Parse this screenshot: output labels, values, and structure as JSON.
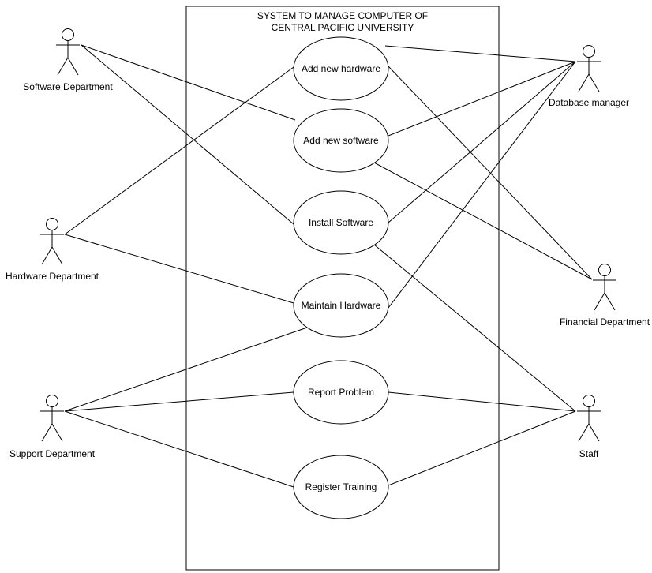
{
  "system": {
    "title_line1": "SYSTEM TO MANAGE COMPUTER OF",
    "title_line2": "CENTRAL PACIFIC UNIVERSITY"
  },
  "use_cases": [
    {
      "id": "uc1",
      "label": "Add new hardware"
    },
    {
      "id": "uc2",
      "label": "Add new software"
    },
    {
      "id": "uc3",
      "label": "Install Software"
    },
    {
      "id": "uc4",
      "label": "Maintain Hardware"
    },
    {
      "id": "uc5",
      "label": "Report Problem"
    },
    {
      "id": "uc6",
      "label": "Register Training"
    }
  ],
  "actors": [
    {
      "id": "a_sw",
      "label": "Software Department"
    },
    {
      "id": "a_hw",
      "label": "Hardware Department"
    },
    {
      "id": "a_sup",
      "label": "Support Department"
    },
    {
      "id": "a_db",
      "label": "Database manager"
    },
    {
      "id": "a_fin",
      "label": "Financial Department"
    },
    {
      "id": "a_staff",
      "label": "Staff"
    }
  ],
  "associations": [
    {
      "actor": "a_sw",
      "use_case": "uc2"
    },
    {
      "actor": "a_sw",
      "use_case": "uc3"
    },
    {
      "actor": "a_hw",
      "use_case": "uc1"
    },
    {
      "actor": "a_hw",
      "use_case": "uc4"
    },
    {
      "actor": "a_sup",
      "use_case": "uc4"
    },
    {
      "actor": "a_sup",
      "use_case": "uc5"
    },
    {
      "actor": "a_sup",
      "use_case": "uc6"
    },
    {
      "actor": "a_db",
      "use_case": "uc1"
    },
    {
      "actor": "a_db",
      "use_case": "uc2"
    },
    {
      "actor": "a_db",
      "use_case": "uc3"
    },
    {
      "actor": "a_db",
      "use_case": "uc4"
    },
    {
      "actor": "a_fin",
      "use_case": "uc1"
    },
    {
      "actor": "a_fin",
      "use_case": "uc2"
    },
    {
      "actor": "a_staff",
      "use_case": "uc3"
    },
    {
      "actor": "a_staff",
      "use_case": "uc5"
    },
    {
      "actor": "a_staff",
      "use_case": "uc6"
    }
  ]
}
